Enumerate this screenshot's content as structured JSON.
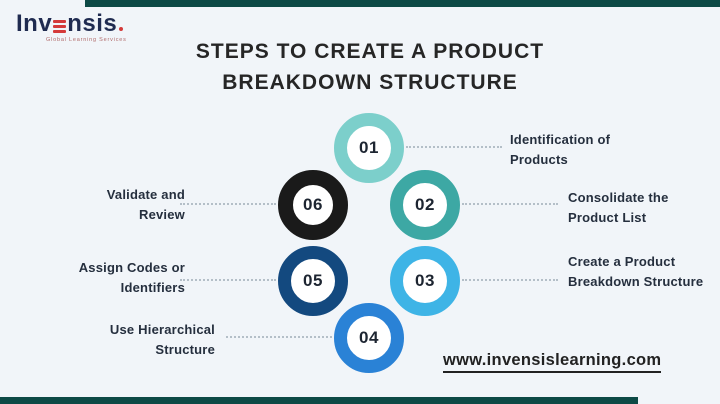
{
  "brand": {
    "logo_text_left": "Inv",
    "logo_text_right": "nsis",
    "logo_tagline": "Global Learning Services"
  },
  "title": {
    "line1": "STEPS TO CREATE A PRODUCT",
    "line2": "BREAKDOWN STRUCTURE"
  },
  "steps": [
    {
      "number": "01",
      "label": "Identification of Products",
      "ring_color": "#7ccfcb"
    },
    {
      "number": "02",
      "label": "Consolidate the Product List",
      "ring_color": "#3da8a4"
    },
    {
      "number": "03",
      "label": "Create a Product Breakdown Structure",
      "ring_color": "#3eb4e6"
    },
    {
      "number": "04",
      "label": "Use Hierarchical Structure",
      "ring_color": "#2a82d6"
    },
    {
      "number": "05",
      "label": "Assign Codes or Identifiers",
      "ring_color": "#13497f"
    },
    {
      "number": "06",
      "label": "Validate and Review",
      "ring_color": "#1a1a1a"
    }
  ],
  "footer": {
    "website": "www.invensislearning.com"
  },
  "colors": {
    "background": "#f1f5f9",
    "accent_bar": "#0d4a46",
    "connector": "#b4bfc8",
    "title_text": "#262626",
    "label_text": "#252f3e"
  }
}
